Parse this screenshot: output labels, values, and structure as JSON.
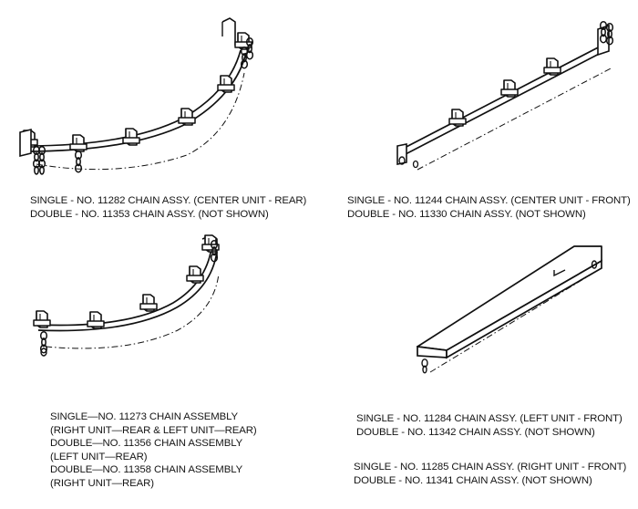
{
  "illustration": {
    "items": [
      {
        "name": "center-unit-rear-chain",
        "lines": [
          "SINGLE - NO. 11282 CHAIN ASSY. (CENTER UNIT - REAR)",
          "DOUBLE - NO. 11353 CHAIN ASSY. (NOT SHOWN)"
        ]
      },
      {
        "name": "center-unit-front-chain",
        "lines": [
          "SINGLE - NO. 11244 CHAIN ASSY. (CENTER UNIT - FRONT)",
          "DOUBLE - NO. 11330 CHAIN ASSY. (NOT SHOWN)"
        ]
      },
      {
        "name": "right-left-rear-chain",
        "lines": [
          "SINGLE—NO. 11273 CHAIN ASSEMBLY",
          "(RIGHT UNIT—REAR & LEFT UNIT—REAR)",
          "DOUBLE—NO. 11356 CHAIN ASSEMBLY",
          "(LEFT UNIT—REAR)",
          "DOUBLE—NO. 11358 CHAIN ASSEMBLY",
          "(RIGHT UNIT—REAR)"
        ]
      },
      {
        "name": "left-unit-front-chain",
        "lines": [
          "SINGLE - NO. 11284 CHAIN ASSY. (LEFT UNIT - FRONT)",
          "DOUBLE - NO. 11342 CHAIN ASSY. (NOT SHOWN)"
        ]
      },
      {
        "name": "right-unit-front-chain",
        "lines": [
          "SINGLE - NO. 11285 CHAIN ASSY. (RIGHT UNIT - FRONT)",
          "DOUBLE - NO. 11341 CHAIN ASSY. (NOT SHOWN)"
        ]
      }
    ]
  }
}
